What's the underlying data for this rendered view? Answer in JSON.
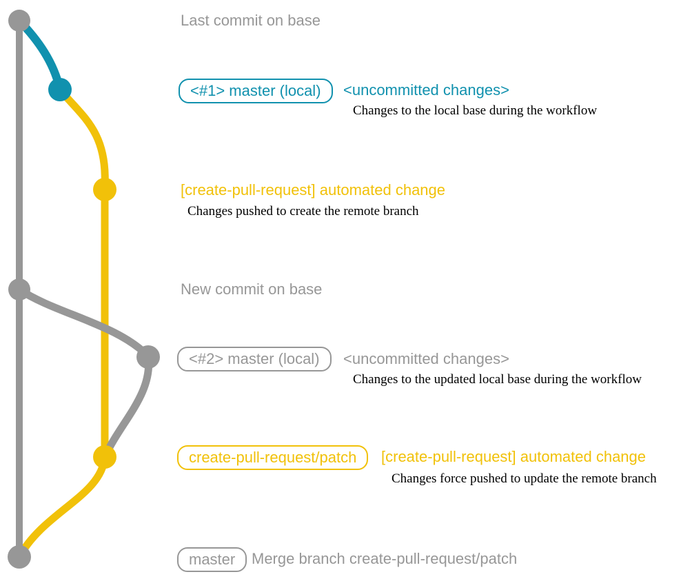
{
  "colors": {
    "gray": "#979797",
    "teal": "#1191ae",
    "yellow": "#f1c109",
    "detail": "#000000",
    "background": "#ffffff"
  },
  "graph": {
    "branches": [
      {
        "name": "base",
        "color": "gray"
      },
      {
        "name": "master-local",
        "color": "teal"
      },
      {
        "name": "create-pull-request-patch",
        "color": "yellow"
      }
    ],
    "commits": [
      {
        "name": "last-commit-on-base",
        "color": "gray"
      },
      {
        "name": "uncommitted-changes-1",
        "color": "teal"
      },
      {
        "name": "automated-change-push",
        "color": "yellow"
      },
      {
        "name": "new-commit-on-base",
        "color": "gray"
      },
      {
        "name": "uncommitted-changes-2",
        "color": "gray"
      },
      {
        "name": "automated-change-force-push",
        "color": "yellow"
      },
      {
        "name": "merge-commit",
        "color": "gray"
      }
    ]
  },
  "annotations": {
    "last_commit": {
      "label": "Last commit on base"
    },
    "commit1": {
      "tag": "<#1> master (local)",
      "heading": "<uncommitted changes>",
      "detail": "Changes to the local base during the workflow"
    },
    "push1": {
      "heading": "[create-pull-request] automated change",
      "detail": "Changes pushed to create the remote branch"
    },
    "new_commit": {
      "label": "New commit on base"
    },
    "commit2": {
      "tag": "<#2> master (local)",
      "heading": "<uncommitted changes>",
      "detail": "Changes to the updated local base during the workflow"
    },
    "push2": {
      "tag": "create-pull-request/patch",
      "heading": "[create-pull-request] automated change",
      "detail": "Changes force pushed to update the remote branch"
    },
    "merge": {
      "tag": "master",
      "label": "Merge branch create-pull-request/patch"
    }
  }
}
